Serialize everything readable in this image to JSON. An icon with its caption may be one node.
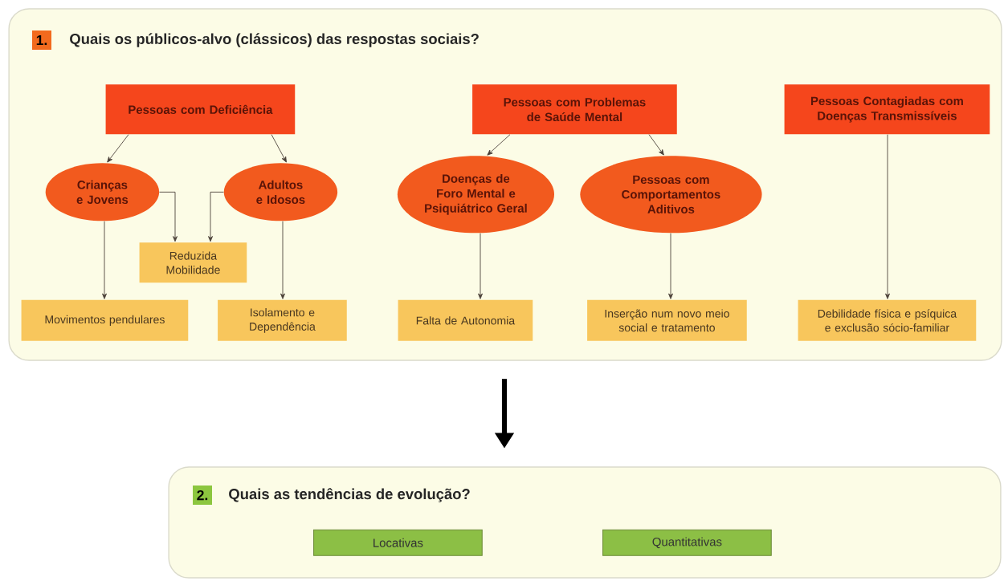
{
  "diagram": {
    "nodes": [
      {
        "text": [
          "1.",
          "Quais os públicos-alvo (clássicos) das respostas sociais?"
        ]
      },
      {
        "text": [
          "Pessoas com Deficiência"
        ],
        "in": 0
      },
      {
        "text": [
          "Pessoas com Problemas de Saúde Mental"
        ],
        "in": 0
      },
      {
        "text": [
          "Pessoas Contagiadas com Doenças Transmissíveis"
        ],
        "in": 0
      },
      {
        "text": [
          "Crianças e Jovens"
        ],
        "in": 0
      },
      {
        "text": [
          "Adultos e Idosos"
        ],
        "in": 0
      },
      {
        "text": [
          "Doenças de Foro Mental e Psiquiátrico Geral"
        ],
        "in": 0
      },
      {
        "text": [
          "Pessoas com Comportamentos Aditivos"
        ],
        "in": 0
      },
      {
        "text": [
          "Reduzida Mobilidade"
        ],
        "in": 0
      },
      {
        "text": [
          "Movimentos pendulares"
        ],
        "in": 0
      },
      {
        "text": [
          "Isolamento e Dependência"
        ],
        "in": 0
      },
      {
        "text": [
          "Falta de Autonomia"
        ],
        "in": 0
      },
      {
        "text": [
          "Inserção num novo meio social e tratamento"
        ],
        "in": 0
      },
      {
        "text": [
          "Debilidade física e psíquica e exclusão sócio-familiar"
        ],
        "in": 0
      },
      {
        "text": [
          "2.",
          "Quais as tendências de evolução?"
        ]
      },
      {
        "text": [
          "Locativas"
        ],
        "in": 14
      },
      {
        "text": [
          "Quantitativas"
        ],
        "in": 14
      }
    ],
    "edges": [
      {
        "from": 1,
        "to": 4,
        "arrow": "to"
      },
      {
        "from": 1,
        "to": 5,
        "arrow": "to"
      },
      {
        "from": 2,
        "to": 6,
        "arrow": "to"
      },
      {
        "from": 2,
        "to": 7,
        "arrow": "to"
      },
      {
        "from": 4,
        "to": 8,
        "arrow": "to"
      },
      {
        "from": 5,
        "to": 8,
        "arrow": "to"
      },
      {
        "from": 4,
        "to": 9,
        "arrow": "to"
      },
      {
        "from": 5,
        "to": 10,
        "arrow": "to"
      },
      {
        "from": 6,
        "to": 11,
        "arrow": "to"
      },
      {
        "from": 7,
        "to": 12,
        "arrow": "to"
      },
      {
        "from": 3,
        "to": 13,
        "arrow": "to"
      },
      {
        "from": 0,
        "to": 14,
        "arrow": "to",
        "style": "thick"
      }
    ]
  }
}
